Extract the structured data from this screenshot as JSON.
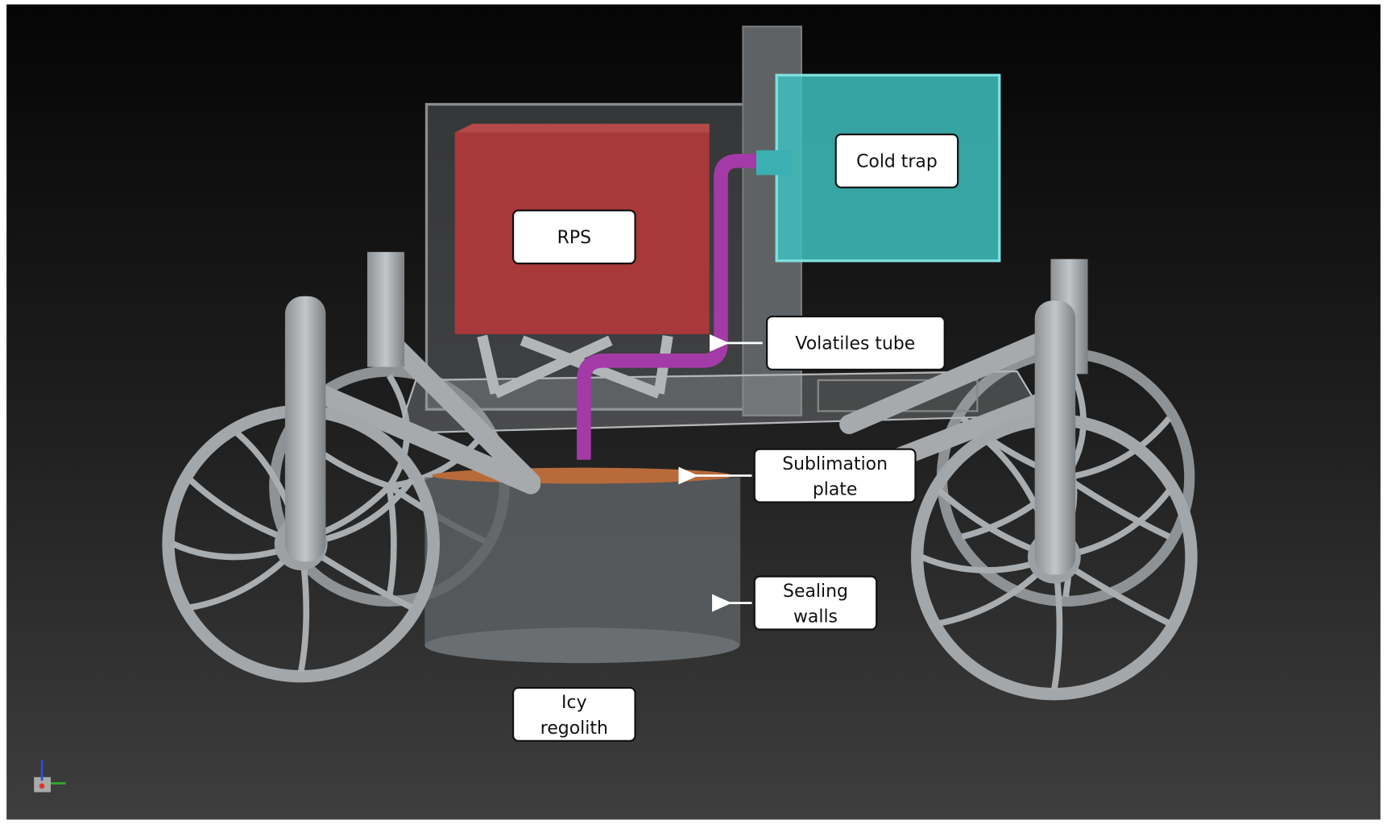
{
  "labels": {
    "rps": "RPS",
    "cold_trap": "Cold trap",
    "volatiles_tube": "Volatiles tube",
    "sublimation_plate": [
      "Sublimation",
      "plate"
    ],
    "sealing_walls": [
      "Sealing",
      "walls"
    ],
    "icy_regolith": [
      "Icy",
      "regolith"
    ]
  },
  "colors": {
    "rps": "#a8383a",
    "cold_trap": "#3fbfc0",
    "volatiles_tube": "#a43aa8",
    "sublimation_plate": "#b96a3a",
    "rover_gray": "#a9adb0"
  }
}
